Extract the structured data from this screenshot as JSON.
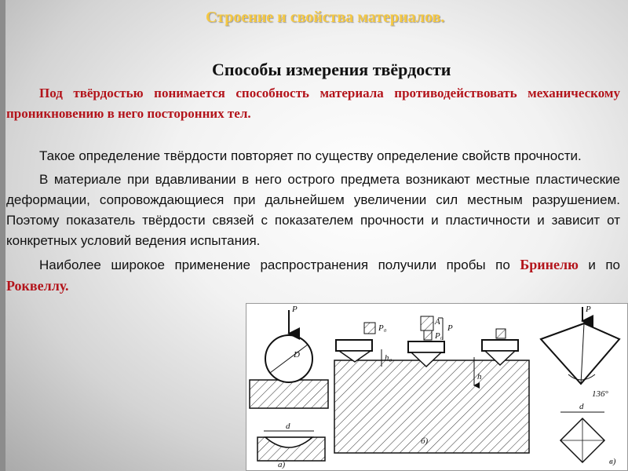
{
  "slide": {
    "header_title": "Строение и свойства материалов.",
    "section_title": "Способы измерения твёрдости",
    "definition": "Под твёрдостью понимается способность материала противодействовать механическому проникновению в него посторонних тел."
  },
  "paragraphs": {
    "p1": "Такое определение твёрдости повторяет по существу определение свойств прочности.",
    "p2": "В материале при вдавливании в него острого предмета возникают местные пластические деформации, сопровождающиеся при дальнейшем увеличении сил местным разрушением. Поэтому показатель твёрдости связей с показателем прочности и пластичности и зависит от конкретных условий ведения испытания.",
    "p3_start": "Наиболее широкое применение распространения получили пробы по",
    "p3_brinell": "Бринелю",
    "p3_and": " и по ",
    "p3_rockwell": "Роквеллу."
  },
  "figure": {
    "labels": {
      "p_a": "P",
      "d_diameter": "D",
      "d_a": "d",
      "part_a": "а)",
      "p0_1": "P₀",
      "h0": "h₀",
      "A": "A",
      "p0_2": "P₀",
      "p_b": "P",
      "h": "h",
      "part_b": "б)",
      "p_c": "P",
      "angle": "136°",
      "d_c": "d",
      "part_c": "в)"
    }
  }
}
